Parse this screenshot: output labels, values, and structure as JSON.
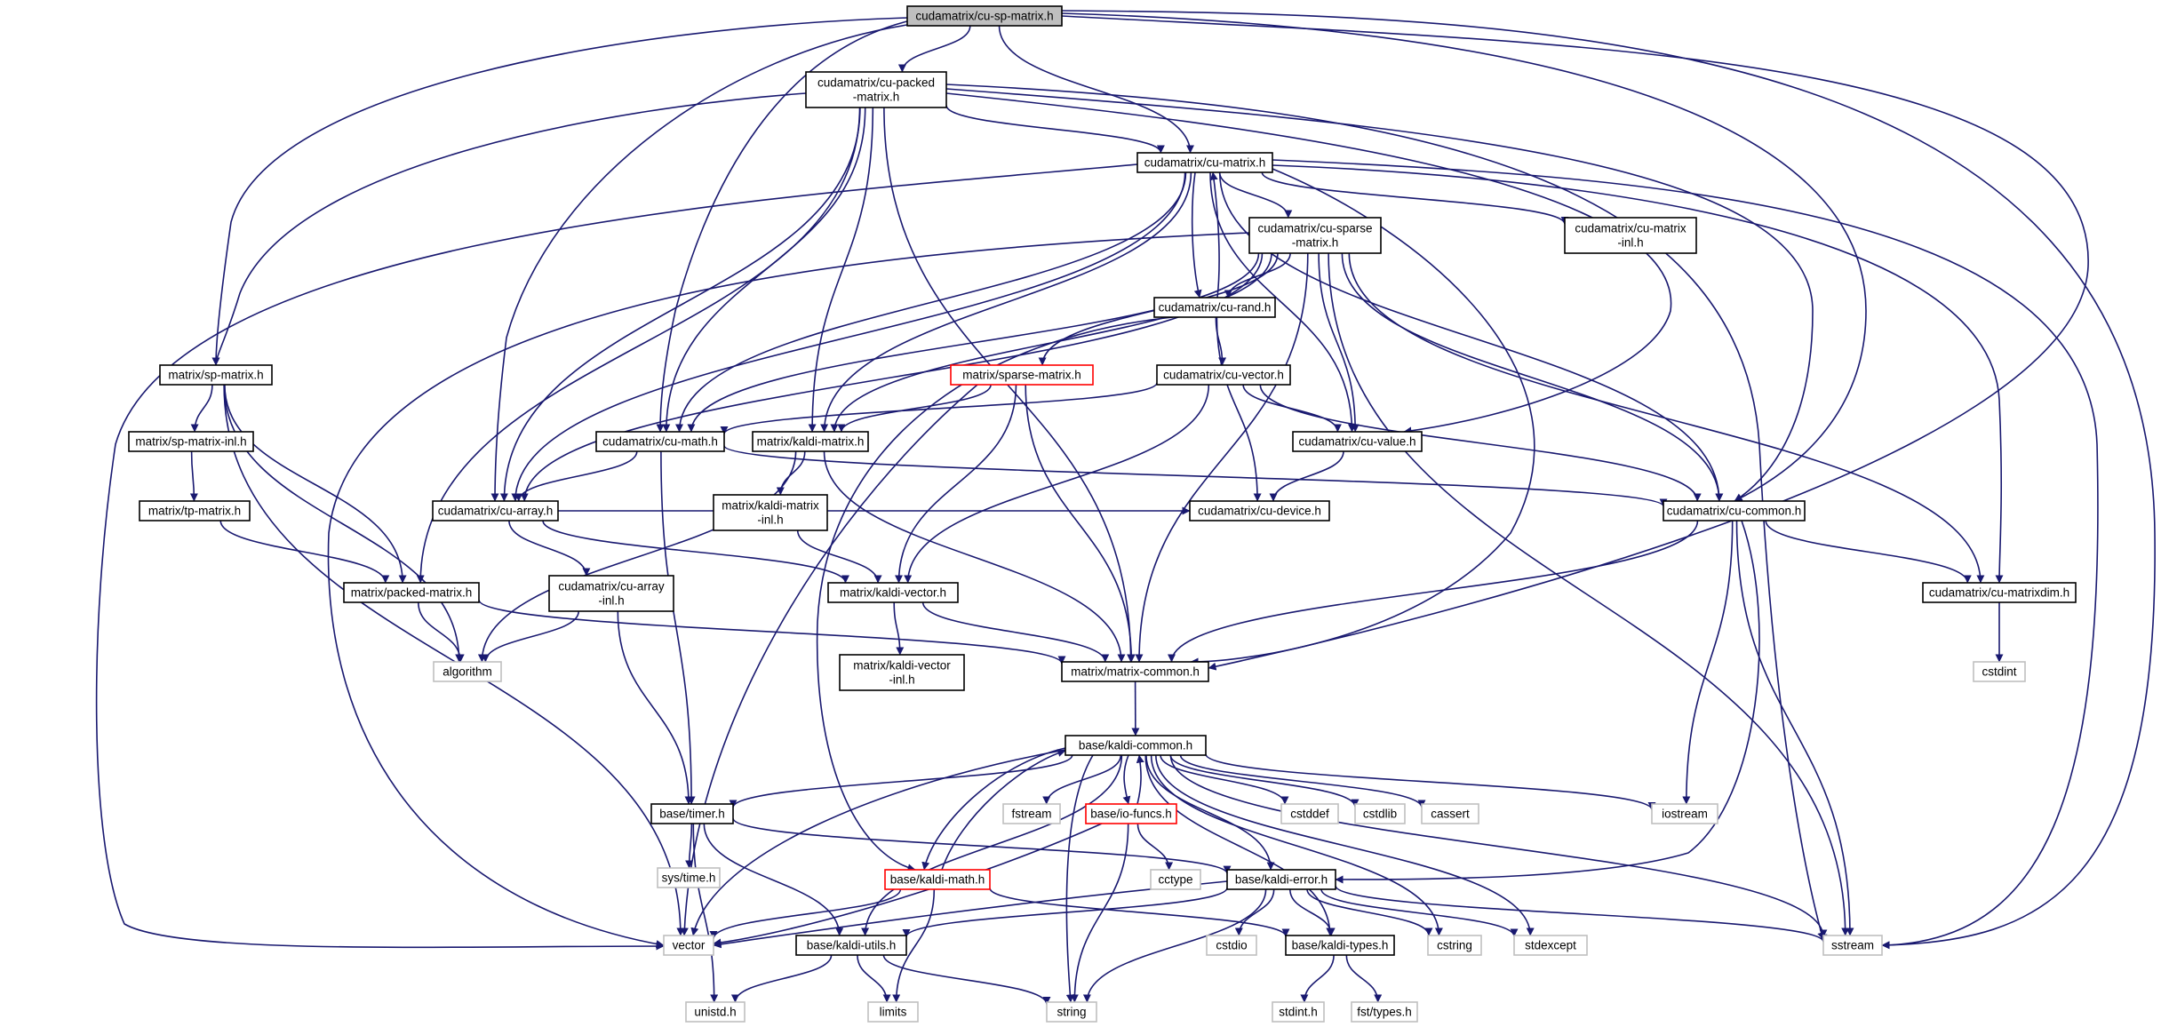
{
  "graph": {
    "nodes": [
      {
        "id": "cu-sp-matrix",
        "label": [
          "cudamatrix/cu-sp-matrix.h"
        ],
        "kind": "root"
      },
      {
        "id": "cu-packed-matrix",
        "label": [
          "cudamatrix/cu-packed",
          "-matrix.h"
        ],
        "kind": "header"
      },
      {
        "id": "cu-matrix",
        "label": [
          "cudamatrix/cu-matrix.h"
        ],
        "kind": "header"
      },
      {
        "id": "cu-sparse-matrix",
        "label": [
          "cudamatrix/cu-sparse",
          "-matrix.h"
        ],
        "kind": "header"
      },
      {
        "id": "cu-matrix-inl",
        "label": [
          "cudamatrix/cu-matrix",
          "-inl.h"
        ],
        "kind": "header"
      },
      {
        "id": "cu-rand",
        "label": [
          "cudamatrix/cu-rand.h"
        ],
        "kind": "header"
      },
      {
        "id": "sp-matrix",
        "label": [
          "matrix/sp-matrix.h"
        ],
        "kind": "header"
      },
      {
        "id": "sparse-matrix",
        "label": [
          "matrix/sparse-matrix.h"
        ],
        "kind": "red"
      },
      {
        "id": "cu-vector",
        "label": [
          "cudamatrix/cu-vector.h"
        ],
        "kind": "header"
      },
      {
        "id": "sp-matrix-inl",
        "label": [
          "matrix/sp-matrix-inl.h"
        ],
        "kind": "header"
      },
      {
        "id": "cu-math",
        "label": [
          "cudamatrix/cu-math.h"
        ],
        "kind": "header"
      },
      {
        "id": "kaldi-matrix",
        "label": [
          "matrix/kaldi-matrix.h"
        ],
        "kind": "header"
      },
      {
        "id": "cu-value",
        "label": [
          "cudamatrix/cu-value.h"
        ],
        "kind": "header"
      },
      {
        "id": "tp-matrix",
        "label": [
          "matrix/tp-matrix.h"
        ],
        "kind": "header"
      },
      {
        "id": "cu-array",
        "label": [
          "cudamatrix/cu-array.h"
        ],
        "kind": "header"
      },
      {
        "id": "kaldi-matrix-inl",
        "label": [
          "matrix/kaldi-matrix",
          "-inl.h"
        ],
        "kind": "header"
      },
      {
        "id": "cu-device",
        "label": [
          "cudamatrix/cu-device.h"
        ],
        "kind": "header"
      },
      {
        "id": "cu-common",
        "label": [
          "cudamatrix/cu-common.h"
        ],
        "kind": "header"
      },
      {
        "id": "packed-matrix",
        "label": [
          "matrix/packed-matrix.h"
        ],
        "kind": "header"
      },
      {
        "id": "cu-array-inl",
        "label": [
          "cudamatrix/cu-array",
          "-inl.h"
        ],
        "kind": "header"
      },
      {
        "id": "kaldi-vector",
        "label": [
          "matrix/kaldi-vector.h"
        ],
        "kind": "header"
      },
      {
        "id": "cu-matrixdim",
        "label": [
          "cudamatrix/cu-matrixdim.h"
        ],
        "kind": "header"
      },
      {
        "id": "algorithm",
        "label": [
          "algorithm"
        ],
        "kind": "sys"
      },
      {
        "id": "matrix-common",
        "label": [
          "matrix/matrix-common.h"
        ],
        "kind": "header"
      },
      {
        "id": "kaldi-vector-inl",
        "label": [
          "matrix/kaldi-vector",
          "-inl.h"
        ],
        "kind": "header"
      },
      {
        "id": "cstdint",
        "label": [
          "cstdint"
        ],
        "kind": "sys"
      },
      {
        "id": "kaldi-common",
        "label": [
          "base/kaldi-common.h"
        ],
        "kind": "header"
      },
      {
        "id": "timer",
        "label": [
          "base/timer.h"
        ],
        "kind": "header"
      },
      {
        "id": "fstream",
        "label": [
          "fstream"
        ],
        "kind": "sys"
      },
      {
        "id": "io-funcs",
        "label": [
          "base/io-funcs.h"
        ],
        "kind": "red"
      },
      {
        "id": "cstddef",
        "label": [
          "cstddef"
        ],
        "kind": "sys"
      },
      {
        "id": "cstdlib",
        "label": [
          "cstdlib"
        ],
        "kind": "sys"
      },
      {
        "id": "cassert",
        "label": [
          "cassert"
        ],
        "kind": "sys"
      },
      {
        "id": "iostream",
        "label": [
          "iostream"
        ],
        "kind": "sys"
      },
      {
        "id": "sys-time",
        "label": [
          "sys/time.h"
        ],
        "kind": "sys"
      },
      {
        "id": "cctype",
        "label": [
          "cctype"
        ],
        "kind": "sys"
      },
      {
        "id": "kaldi-math",
        "label": [
          "base/kaldi-math.h"
        ],
        "kind": "red"
      },
      {
        "id": "kaldi-error",
        "label": [
          "base/kaldi-error.h"
        ],
        "kind": "header"
      },
      {
        "id": "vector",
        "label": [
          "vector"
        ],
        "kind": "sys"
      },
      {
        "id": "kaldi-utils",
        "label": [
          "base/kaldi-utils.h"
        ],
        "kind": "header"
      },
      {
        "id": "cstdio",
        "label": [
          "cstdio"
        ],
        "kind": "sys"
      },
      {
        "id": "kaldi-types",
        "label": [
          "base/kaldi-types.h"
        ],
        "kind": "header"
      },
      {
        "id": "cstring",
        "label": [
          "cstring"
        ],
        "kind": "sys"
      },
      {
        "id": "stdexcept",
        "label": [
          "stdexcept"
        ],
        "kind": "sys"
      },
      {
        "id": "sstream",
        "label": [
          "sstream"
        ],
        "kind": "sys"
      },
      {
        "id": "unistd",
        "label": [
          "unistd.h"
        ],
        "kind": "sys"
      },
      {
        "id": "limits",
        "label": [
          "limits"
        ],
        "kind": "sys"
      },
      {
        "id": "string",
        "label": [
          "string"
        ],
        "kind": "sys"
      },
      {
        "id": "stdint",
        "label": [
          "stdint.h"
        ],
        "kind": "sys"
      },
      {
        "id": "fst-types",
        "label": [
          "fst/types.h"
        ],
        "kind": "sys"
      }
    ],
    "edges": [
      [
        "cu-sp-matrix",
        "cu-packed-matrix"
      ],
      [
        "cu-sp-matrix",
        "cu-matrix"
      ],
      [
        "cu-sp-matrix",
        "sp-matrix"
      ],
      [
        "cu-sp-matrix",
        "cu-math"
      ],
      [
        "cu-sp-matrix",
        "cu-array"
      ],
      [
        "cu-sp-matrix",
        "cu-common"
      ],
      [
        "cu-sp-matrix",
        "matrix-common"
      ],
      [
        "cu-sp-matrix",
        "sstream"
      ],
      [
        "cu-packed-matrix",
        "cu-matrix"
      ],
      [
        "cu-packed-matrix",
        "sp-matrix"
      ],
      [
        "cu-packed-matrix",
        "cu-math"
      ],
      [
        "cu-packed-matrix",
        "kaldi-matrix"
      ],
      [
        "cu-packed-matrix",
        "cu-array"
      ],
      [
        "cu-packed-matrix",
        "packed-matrix"
      ],
      [
        "cu-packed-matrix",
        "cu-value"
      ],
      [
        "cu-packed-matrix",
        "cu-common"
      ],
      [
        "cu-packed-matrix",
        "matrix-common"
      ],
      [
        "cu-packed-matrix",
        "sstream"
      ],
      [
        "cu-matrix",
        "cu-sparse-matrix"
      ],
      [
        "cu-matrix",
        "cu-matrix-inl"
      ],
      [
        "cu-matrix",
        "cu-rand"
      ],
      [
        "cu-matrix",
        "cu-math"
      ],
      [
        "cu-matrix",
        "kaldi-matrix"
      ],
      [
        "cu-matrix",
        "cu-value"
      ],
      [
        "cu-matrix",
        "cu-array"
      ],
      [
        "cu-matrix",
        "cu-common"
      ],
      [
        "cu-matrix",
        "cu-matrixdim"
      ],
      [
        "cu-matrix",
        "matrix-common"
      ],
      [
        "cu-matrix",
        "vector"
      ],
      [
        "cu-matrix",
        "sstream"
      ],
      [
        "cu-sparse-matrix",
        "cu-rand"
      ],
      [
        "cu-sparse-matrix",
        "sparse-matrix"
      ],
      [
        "cu-sparse-matrix",
        "cu-math"
      ],
      [
        "cu-sparse-matrix",
        "kaldi-matrix"
      ],
      [
        "cu-sparse-matrix",
        "cu-value"
      ],
      [
        "cu-sparse-matrix",
        "cu-array"
      ],
      [
        "cu-sparse-matrix",
        "cu-common"
      ],
      [
        "cu-sparse-matrix",
        "cu-matrixdim"
      ],
      [
        "cu-sparse-matrix",
        "matrix-common"
      ],
      [
        "cu-sparse-matrix",
        "vector"
      ],
      [
        "cu-sparse-matrix",
        "sstream"
      ],
      [
        "cu-rand",
        "cu-matrix"
      ],
      [
        "cu-rand",
        "cu-vector"
      ],
      [
        "cu-rand",
        "cu-device"
      ],
      [
        "cu-rand",
        "kaldi-math"
      ],
      [
        "sp-matrix",
        "sp-matrix-inl"
      ],
      [
        "sp-matrix",
        "packed-matrix"
      ],
      [
        "sp-matrix",
        "algorithm"
      ],
      [
        "sp-matrix",
        "vector"
      ],
      [
        "sparse-matrix",
        "kaldi-matrix"
      ],
      [
        "sparse-matrix",
        "kaldi-vector"
      ],
      [
        "sparse-matrix",
        "matrix-common"
      ],
      [
        "sparse-matrix",
        "vector"
      ],
      [
        "cu-vector",
        "cu-math"
      ],
      [
        "cu-vector",
        "cu-value"
      ],
      [
        "cu-vector",
        "cu-common"
      ],
      [
        "cu-vector",
        "kaldi-vector"
      ],
      [
        "sp-matrix-inl",
        "tp-matrix"
      ],
      [
        "tp-matrix",
        "packed-matrix"
      ],
      [
        "cu-math",
        "cu-array"
      ],
      [
        "cu-math",
        "cu-common"
      ],
      [
        "cu-math",
        "timer"
      ],
      [
        "kaldi-matrix",
        "kaldi-matrix-inl"
      ],
      [
        "kaldi-matrix",
        "matrix-common"
      ],
      [
        "kaldi-matrix",
        "algorithm"
      ],
      [
        "cu-value",
        "cu-device"
      ],
      [
        "cu-array",
        "cu-array-inl"
      ],
      [
        "cu-array",
        "kaldi-vector"
      ],
      [
        "cu-array",
        "cu-device"
      ],
      [
        "kaldi-matrix-inl",
        "kaldi-vector"
      ],
      [
        "cu-common",
        "cu-matrixdim"
      ],
      [
        "cu-common",
        "matrix-common"
      ],
      [
        "cu-common",
        "iostream"
      ],
      [
        "cu-common",
        "sstream"
      ],
      [
        "cu-common",
        "kaldi-error"
      ],
      [
        "packed-matrix",
        "algorithm"
      ],
      [
        "packed-matrix",
        "matrix-common"
      ],
      [
        "cu-array-inl",
        "algorithm"
      ],
      [
        "cu-array-inl",
        "timer"
      ],
      [
        "kaldi-vector",
        "kaldi-vector-inl"
      ],
      [
        "kaldi-vector",
        "matrix-common"
      ],
      [
        "cu-matrixdim",
        "cstdint"
      ],
      [
        "matrix-common",
        "kaldi-common"
      ],
      [
        "kaldi-common",
        "timer"
      ],
      [
        "kaldi-common",
        "fstream"
      ],
      [
        "kaldi-common",
        "io-funcs"
      ],
      [
        "kaldi-common",
        "cstddef"
      ],
      [
        "kaldi-common",
        "cstdlib"
      ],
      [
        "kaldi-common",
        "cassert"
      ],
      [
        "kaldi-common",
        "iostream"
      ],
      [
        "kaldi-common",
        "kaldi-math"
      ],
      [
        "kaldi-common",
        "kaldi-error"
      ],
      [
        "kaldi-common",
        "vector"
      ],
      [
        "kaldi-common",
        "kaldi-utils"
      ],
      [
        "kaldi-common",
        "kaldi-types"
      ],
      [
        "kaldi-common",
        "cstring"
      ],
      [
        "kaldi-common",
        "stdexcept"
      ],
      [
        "kaldi-common",
        "sstream"
      ],
      [
        "kaldi-common",
        "string"
      ],
      [
        "io-funcs",
        "kaldi-common"
      ],
      [
        "io-funcs",
        "cctype"
      ],
      [
        "io-funcs",
        "vector"
      ],
      [
        "io-funcs",
        "string"
      ],
      [
        "kaldi-math",
        "kaldi-common"
      ],
      [
        "kaldi-math",
        "vector"
      ],
      [
        "kaldi-math",
        "limits"
      ],
      [
        "kaldi-math",
        "kaldi-types"
      ],
      [
        "timer",
        "sys-time"
      ],
      [
        "timer",
        "unistd"
      ],
      [
        "timer",
        "kaldi-utils"
      ],
      [
        "timer",
        "kaldi-error"
      ],
      [
        "kaldi-error",
        "cstdio"
      ],
      [
        "kaldi-error",
        "kaldi-types"
      ],
      [
        "kaldi-error",
        "cstring"
      ],
      [
        "kaldi-error",
        "stdexcept"
      ],
      [
        "kaldi-error",
        "sstream"
      ],
      [
        "kaldi-error",
        "vector"
      ],
      [
        "kaldi-error",
        "string"
      ],
      [
        "kaldi-error",
        "kaldi-utils"
      ],
      [
        "kaldi-utils",
        "unistd"
      ],
      [
        "kaldi-utils",
        "limits"
      ],
      [
        "kaldi-utils",
        "string"
      ],
      [
        "kaldi-types",
        "stdint"
      ],
      [
        "kaldi-types",
        "fst-types"
      ]
    ]
  }
}
